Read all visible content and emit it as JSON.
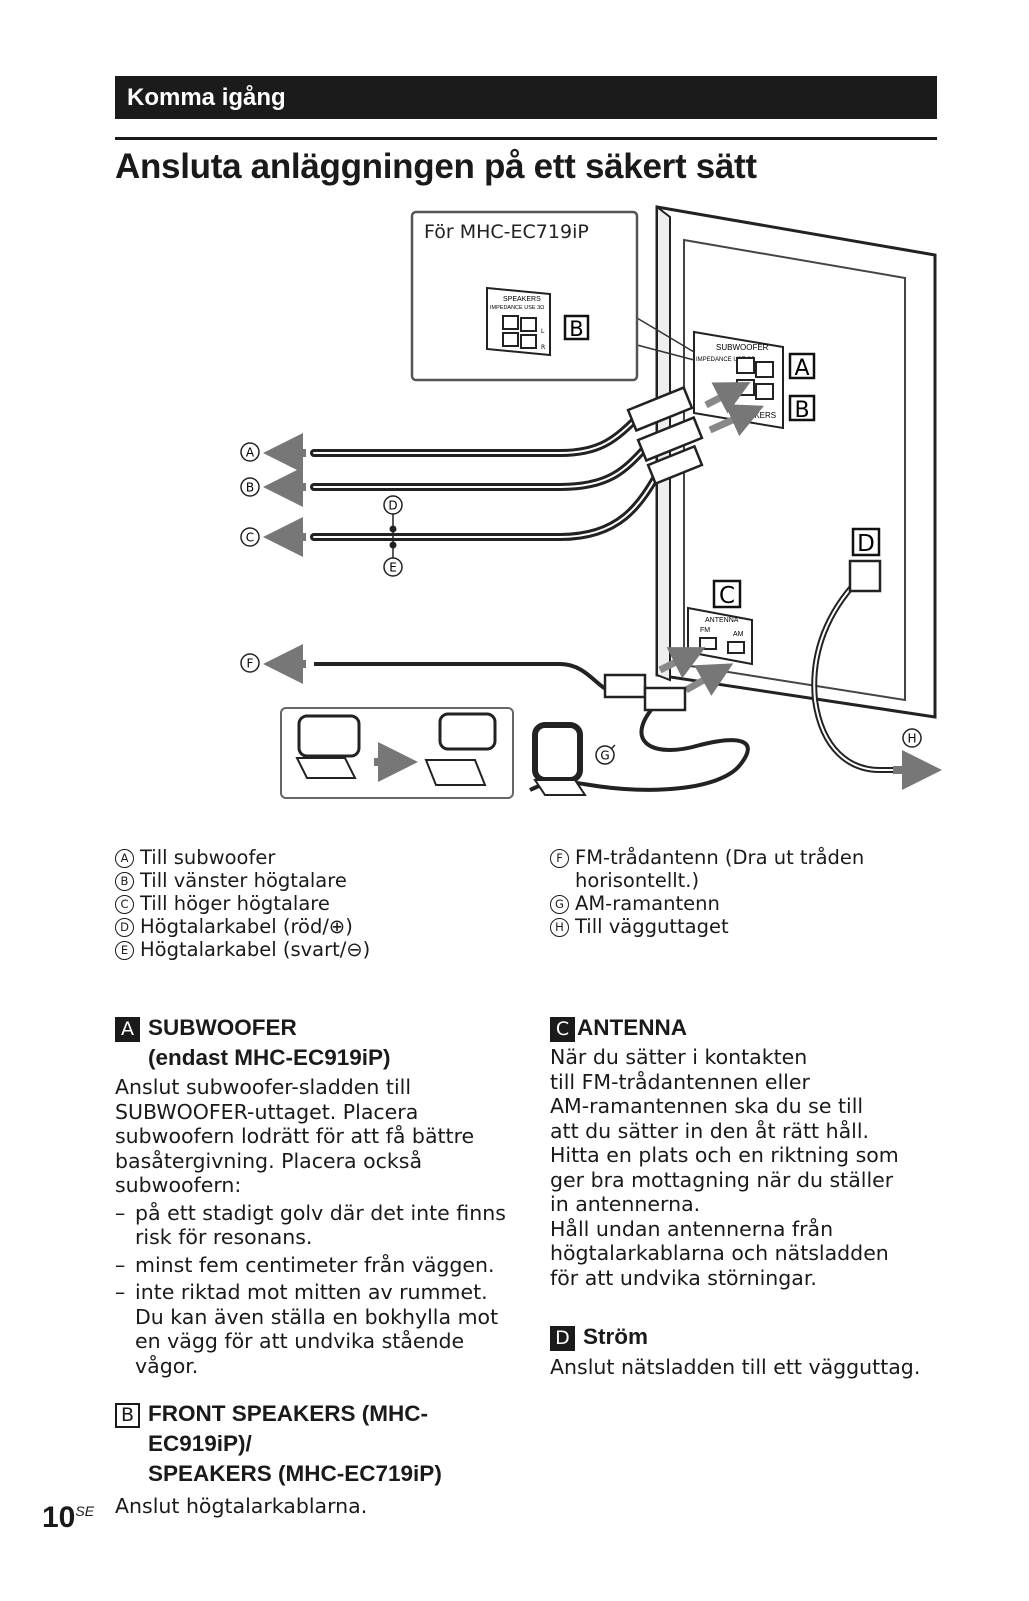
{
  "section_header": "Komma igång",
  "page_title": "Ansluta anläggningen på ett säkert sätt",
  "diagram": {
    "inset_title": "För MHC-EC719iP",
    "inset_panel_label": "SPEAKERS",
    "inset_panel_sublabel": "IMPEDANCE USE 3Ω",
    "back_panel_subwoofer_label": "SUBWOOFER",
    "back_panel_impedance_label": "IMPEDANCE USE 3Ω",
    "back_panel_speakers_label": "SPEAKERS",
    "antenna_label": "ANTENNA",
    "fm_label": "FM",
    "am_label": "AM",
    "side_l": "L",
    "side_r": "R",
    "box_labels": {
      "a": "A",
      "b": "B",
      "c": "C",
      "d": "D"
    },
    "circle_labels": {
      "a": "A",
      "b": "B",
      "c": "C",
      "d": "D",
      "e": "E",
      "f": "F",
      "g": "G",
      "h": "H"
    }
  },
  "legend_left": [
    {
      "key": "A",
      "text": "Till subwoofer"
    },
    {
      "key": "B",
      "text": "Till vänster högtalare"
    },
    {
      "key": "C",
      "text": "Till höger högtalare"
    },
    {
      "key": "D",
      "text": "Högtalarkabel (röd/⊕)"
    },
    {
      "key": "E",
      "text": "Högtalarkabel (svart/⊖)"
    }
  ],
  "legend_right": [
    {
      "key": "F",
      "text": "FM-trådantenn (Dra ut tråden horisontellt.)"
    },
    {
      "key": "G",
      "text": "AM-ramantenn"
    },
    {
      "key": "H",
      "text": "Till vägguttaget"
    }
  ],
  "section_a": {
    "box": "A",
    "heading_line1": "SUBWOOFER",
    "heading_line2": "(endast MHC-EC919iP)",
    "body": "Anslut subwoofer-sladden till SUBWOOFER-uttaget. Placera subwoofern lodrätt för att få bättre basåtergivning. Placera också subwoofern:",
    "bullets": [
      "på ett stadigt golv där det inte finns risk för resonans.",
      "minst fem centimeter från väggen.",
      "inte riktad mot mitten av rummet. Du kan även ställa en bokhylla mot en vägg för att undvika stående vågor."
    ],
    "dash": "–"
  },
  "section_b": {
    "box": "B",
    "heading_line1": "FRONT SPEAKERS (MHC-EC919iP)/",
    "heading_line2": "SPEAKERS (MHC-EC719iP)",
    "body": "Anslut högtalarkablarna."
  },
  "section_c": {
    "box": "C",
    "heading": "ANTENNA",
    "body_lines": [
      "När du sätter i kontakten",
      "till FM-trådantennen eller",
      "AM-ramantennen ska du se till",
      "att du sätter in den åt rätt håll.",
      "Hitta en plats och en riktning som",
      "ger bra mottagning när du ställer",
      "in antennerna.",
      "Håll undan antennerna från",
      "högtalarkablarna och nätsladden",
      "för att undvika störningar."
    ]
  },
  "section_d": {
    "box": "D",
    "heading": "Ström",
    "body": "Anslut nätsladden till ett vägguttag."
  },
  "page_number": "10",
  "page_suffix": "SE"
}
